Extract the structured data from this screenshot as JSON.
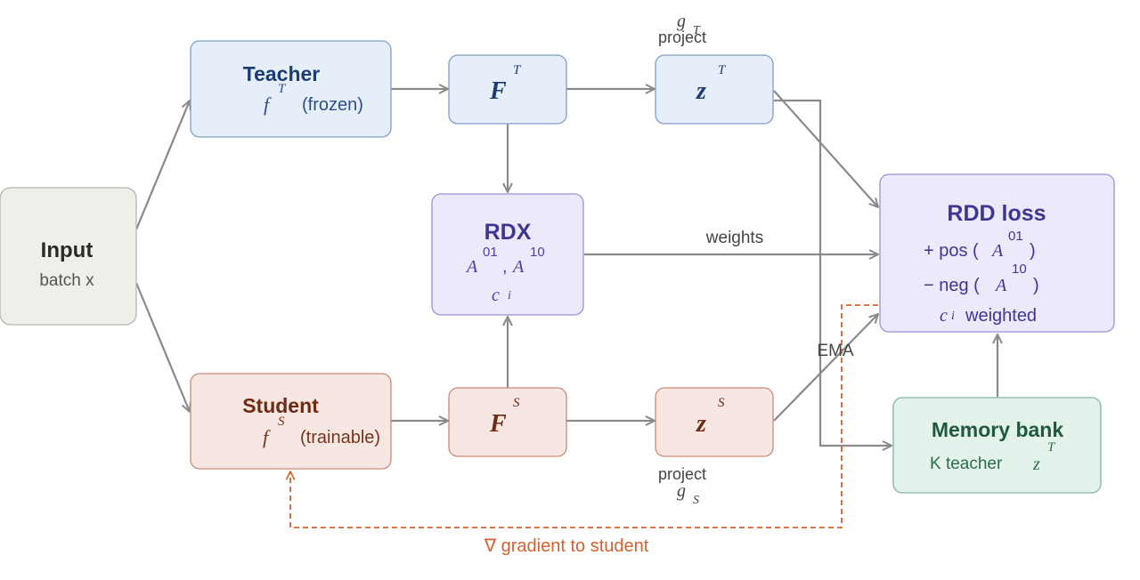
{
  "colors": {
    "arrow": "#8a8a8a",
    "gradient": "#d4622e",
    "neutral_fill": "#efeee9",
    "neutral_stroke": "#b7b6ae",
    "neutral_text": "#2b2b2b",
    "teacher_fill": "#e6eff9",
    "teacher_stroke": "#7f9ec4",
    "teacher_text": "#1c3d73",
    "student_fill": "#f7e7e2",
    "student_stroke": "#c98a78",
    "student_text": "#6e2a14",
    "rdx_fill": "#ece9fb",
    "rdx_stroke": "#9a8fd8",
    "rdx_text": "#3f3694",
    "memory_fill": "#e3f3ec",
    "memory_stroke": "#7fb79b",
    "memory_text": "#1f5a3f"
  },
  "nodes": {
    "input": {
      "title": "Input",
      "sub": "batch x"
    },
    "teacher": {
      "title": "Teacher",
      "fn": "f",
      "sup": "T",
      "note": "(frozen)"
    },
    "student": {
      "title": "Student",
      "fn": "f",
      "sup": "S",
      "note": "(trainable)"
    },
    "ft": {
      "sym": "F",
      "sup": "T"
    },
    "fs": {
      "sym": "F",
      "sup": "S"
    },
    "zt": {
      "sym": "z",
      "sup": "T"
    },
    "zs": {
      "sym": "z",
      "sup": "S"
    },
    "rdx": {
      "title": "RDX",
      "a1": "A",
      "a1_sup": "01",
      "comma": ",",
      "a2": "A",
      "a2_sup": "10",
      "c": "c",
      "c_sub": "i"
    },
    "rdd": {
      "title": "RDD loss",
      "pos_prefix": "+ pos (",
      "pos_sym": "A",
      "pos_sup": "01",
      "pos_close": ")",
      "neg_prefix": "− neg (",
      "neg_sym": "A",
      "neg_sup": "10",
      "neg_close": ")",
      "c": "c",
      "c_sub": "i",
      "weighted": "weighted"
    },
    "memory": {
      "title": "Memory bank",
      "text": "K teacher",
      "sym": "z",
      "sup": "T"
    }
  },
  "labels": {
    "gt_sym": "g",
    "gt_sub": "T",
    "gt_project": "project",
    "gs_project": "project",
    "gs_sym": "g",
    "gs_sub": "S",
    "weights": "weights",
    "ema": "EMA",
    "gradient": "∇ gradient to student"
  }
}
